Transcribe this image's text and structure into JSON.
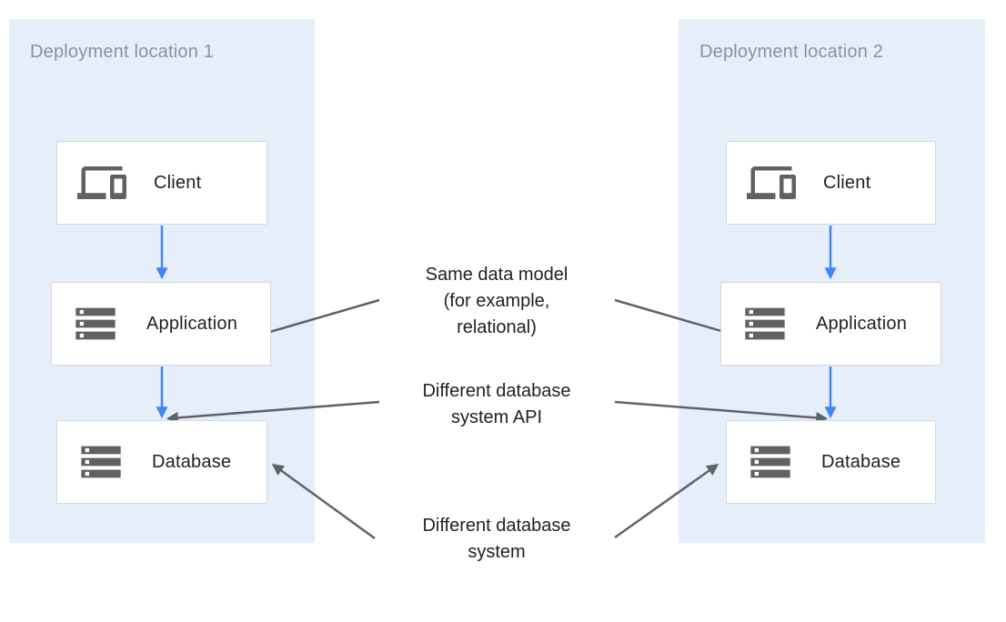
{
  "diagram": {
    "panels": [
      {
        "title": "Deployment location 1",
        "nodes": [
          {
            "label": "Client",
            "icon": "devices-icon"
          },
          {
            "label": "Application",
            "icon": "storage-icon"
          },
          {
            "label": "Database",
            "icon": "storage-icon"
          }
        ]
      },
      {
        "title": "Deployment location 2",
        "nodes": [
          {
            "label": "Client",
            "icon": "devices-icon"
          },
          {
            "label": "Application",
            "icon": "storage-icon"
          },
          {
            "label": "Database",
            "icon": "storage-icon"
          }
        ]
      }
    ],
    "annotations": [
      {
        "lines": [
          "Same data model",
          "(for example,",
          "relational)"
        ]
      },
      {
        "lines": [
          "Different database",
          "system API"
        ]
      },
      {
        "lines": [
          "Different database",
          "system"
        ]
      }
    ],
    "colors": {
      "panel_bg": "#e5eef9",
      "flow_arrow": "#4285f4",
      "annotation_arrow": "#5f6368",
      "node_border": "#d8d8d8",
      "node_bg": "#ffffff",
      "icon": "#616161",
      "panel_title": "#8c939b",
      "node_label": "#212121",
      "annotation_text": "#202124"
    }
  }
}
